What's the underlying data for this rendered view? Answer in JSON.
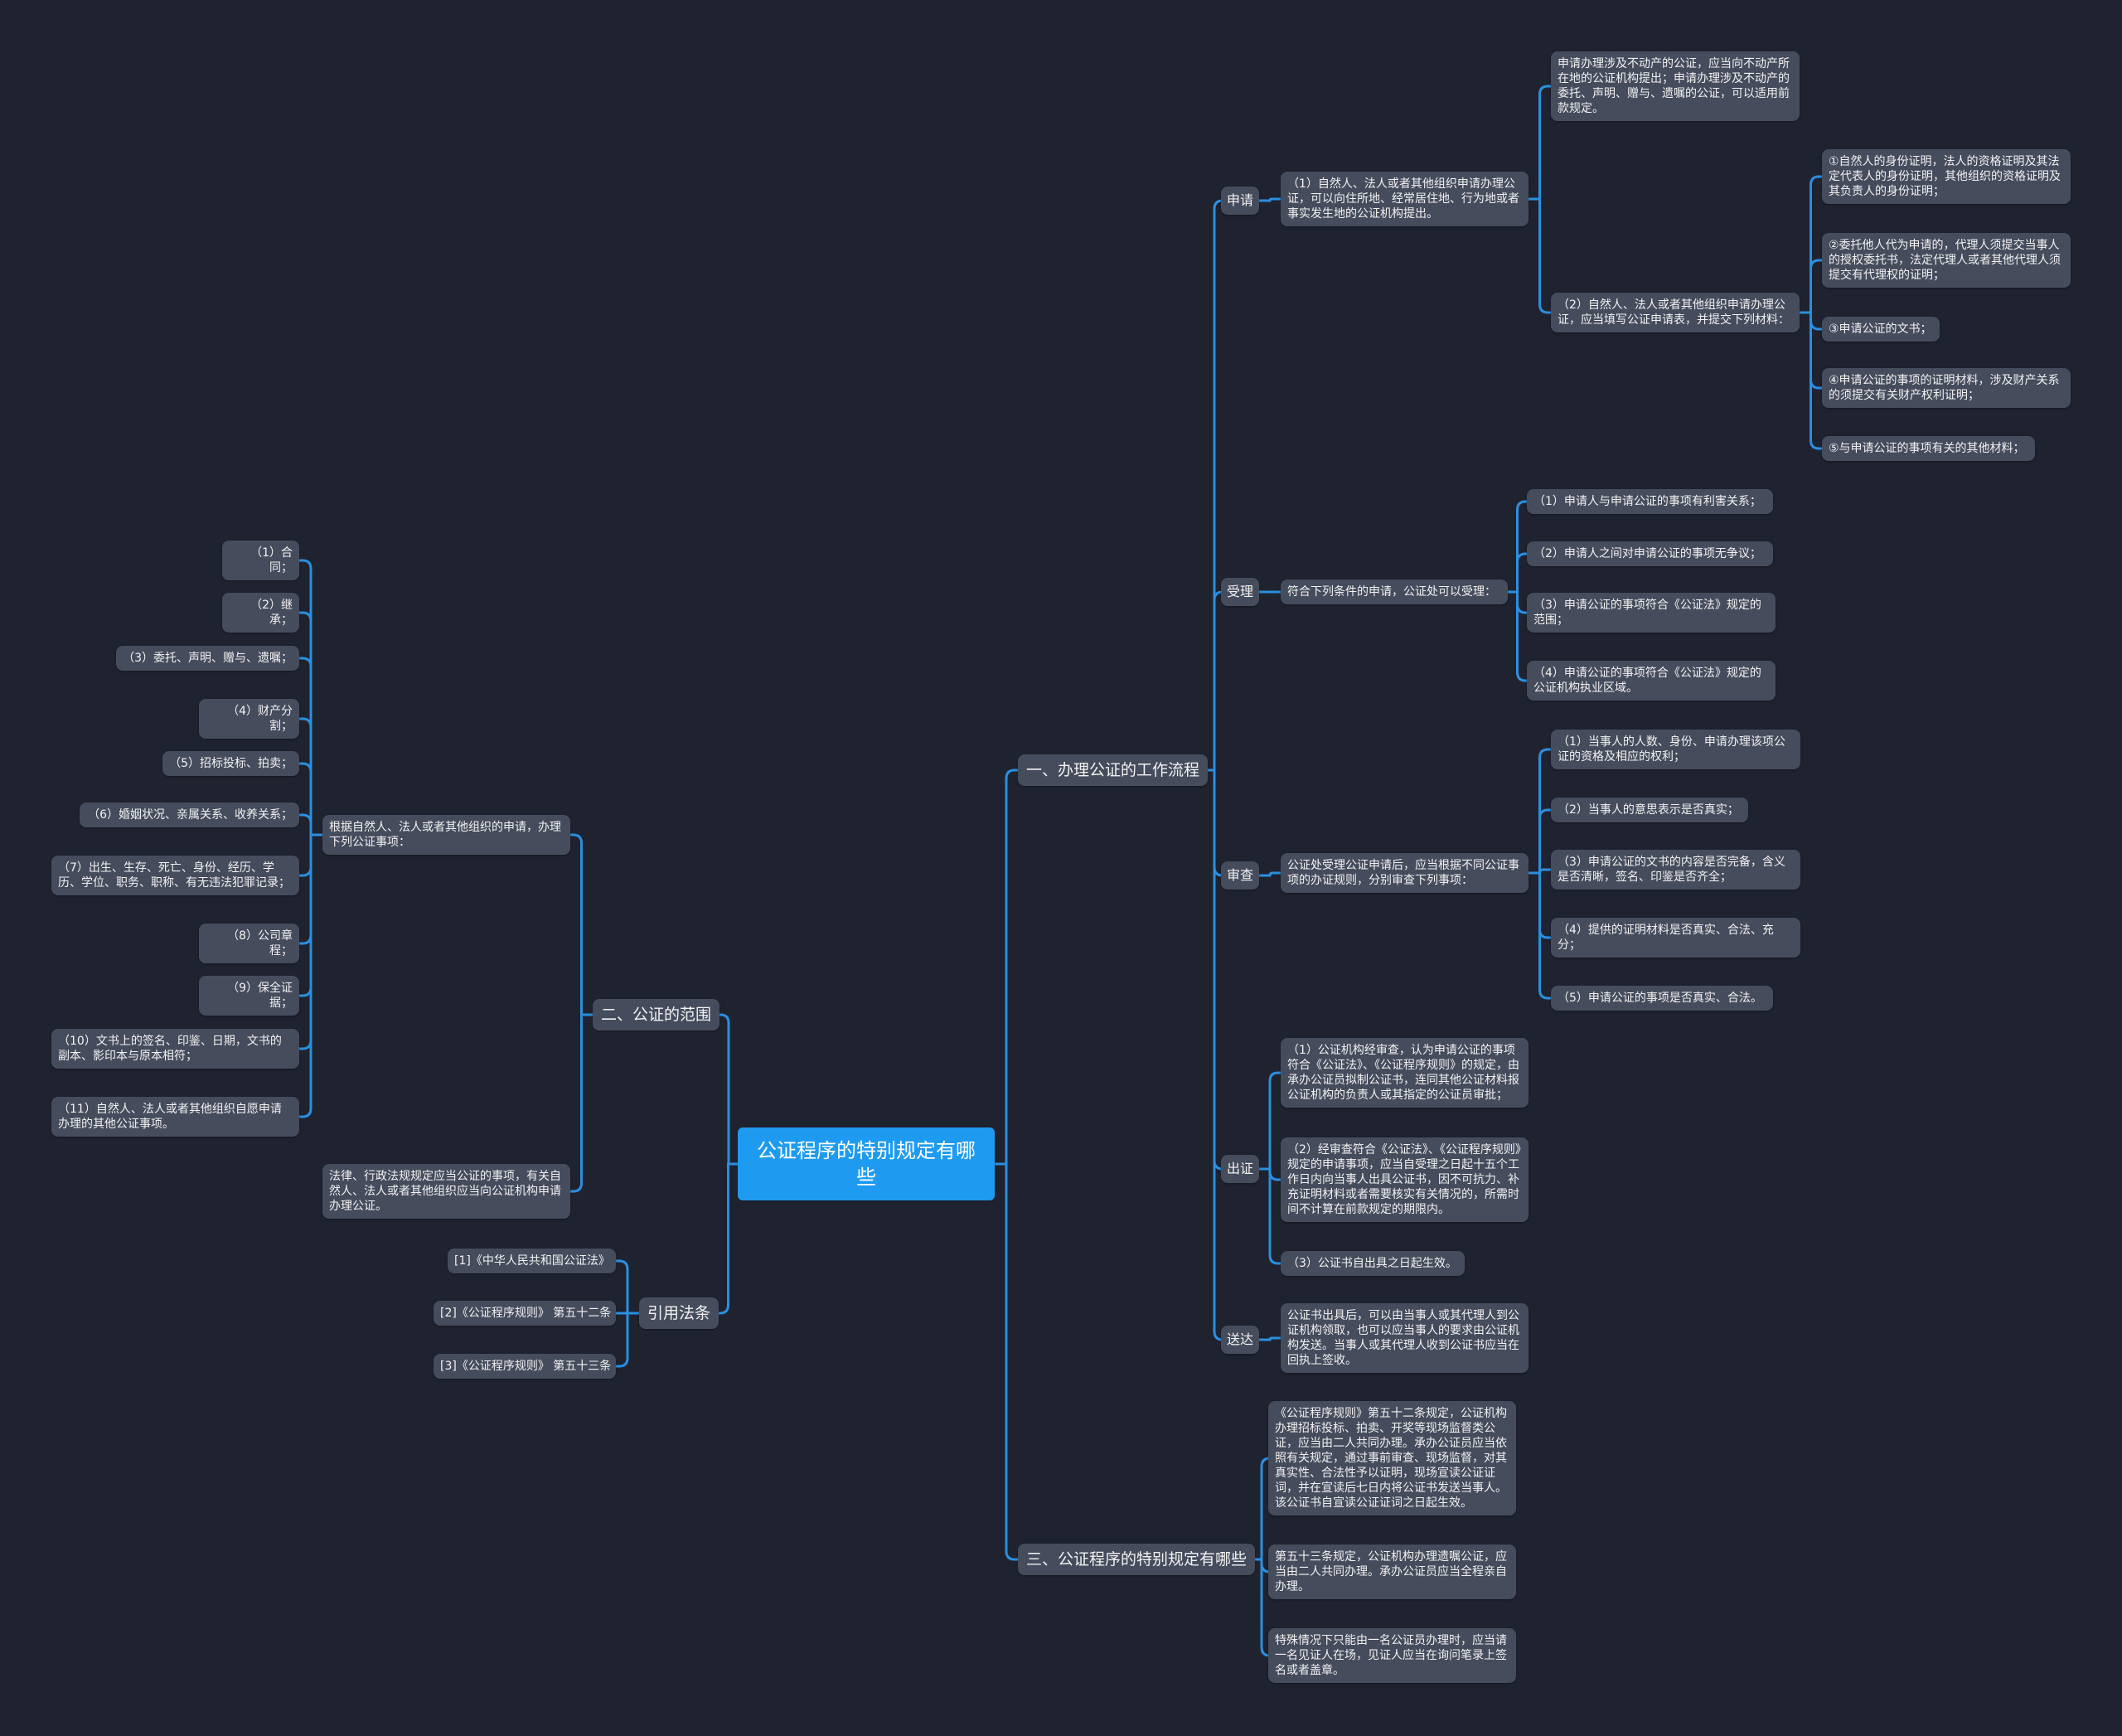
{
  "nodes": {
    "root": "公证程序的特别规定有哪些",
    "b1": "一、办理公证的工作流程",
    "b1_apply": "申请",
    "b1_apply_1": "（1）自然人、法人或者其他组织申请办理公证，可以向住所地、经常居住地、行为地或者事实发生地的公证机构提出。",
    "b1_apply_1a": "申请办理涉及不动产的公证，应当向不动产所在地的公证机构提出；申请办理涉及不动产的委托、声明、赠与、遗嘱的公证，可以适用前款规定。",
    "b1_apply_2": "（2）自然人、法人或者其他组织申请办理公证，应当填写公证申请表，并提交下列材料：",
    "b1_apply_2_1": "①自然人的身份证明，法人的资格证明及其法定代表人的身份证明，其他组织的资格证明及其负责人的身份证明；",
    "b1_apply_2_2": "②委托他人代为申请的，代理人须提交当事人的授权委托书，法定代理人或者其他代理人须提交有代理权的证明；",
    "b1_apply_2_3": "③申请公证的文书；",
    "b1_apply_2_4": "④申请公证的事项的证明材料，涉及财产关系的须提交有关财产权利证明；",
    "b1_apply_2_5": "⑤与申请公证的事项有关的其他材料；",
    "b1_accept": "受理",
    "b1_accept_1": "符合下列条件的申请，公证处可以受理：",
    "b1_accept_1_1": "（1）申请人与申请公证的事项有利害关系；",
    "b1_accept_1_2": "（2）申请人之间对申请公证的事项无争议；",
    "b1_accept_1_3": "（3）申请公证的事项符合《公证法》规定的范围；",
    "b1_accept_1_4": "（4）申请公证的事项符合《公证法》规定的公证机构执业区域。",
    "b1_review": "审查",
    "b1_review_1": "公证处受理公证申请后，应当根据不同公证事项的办证规则，分别审查下列事项：",
    "b1_review_1_1": "（1）当事人的人数、身份、申请办理该项公证的资格及相应的权利；",
    "b1_review_1_2": "（2）当事人的意思表示是否真实；",
    "b1_review_1_3": "（3）申请公证的文书的内容是否完备，含义是否清晰，签名、印鉴是否齐全；",
    "b1_review_1_4": "（4）提供的证明材料是否真实、合法、充分；",
    "b1_review_1_5": "（5）申请公证的事项是否真实、合法。",
    "b1_issue": "出证",
    "b1_issue_1": "（1）公证机构经审查，认为申请公证的事项符合《公证法》、《公证程序规则》的规定，由承办公证员拟制公证书，连同其他公证材料报公证机构的负责人或其指定的公证员审批；",
    "b1_issue_2": "（2）经审查符合《公证法》、《公证程序规则》规定的申请事项，应当自受理之日起十五个工作日内向当事人出具公证书，因不可抗力、补充证明材料或者需要核实有关情况的，所需时间不计算在前款规定的期限内。",
    "b1_issue_3": "（3）公证书自出具之日起生效。",
    "b1_deliver": "送达",
    "b1_deliver_1": "公证书出具后，可以由当事人或其代理人到公证机构领取，也可以应当事人的要求由公证机构发送。当事人或其代理人收到公证书应当在回执上签收。",
    "b3": "三、公证程序的特别规定有哪些",
    "b3_1": "《公证程序规则》第五十二条规定，公证机构办理招标投标、拍卖、开奖等现场监督类公证，应当由二人共同办理。承办公证员应当依照有关规定，通过事前审查、现场监督，对其真实性、合法性予以证明，现场宣读公证证词，并在宣读后七日内将公证书发送当事人。该公证书自宣读公证证词之日起生效。",
    "b3_2": "第五十三条规定，公证机构办理遗嘱公证，应当由二人共同办理。承办公证员应当全程亲自办理。",
    "b3_3": "特殊情况下只能由一名公证员办理时，应当请一名见证人在场，见证人应当在询问笔录上签名或者盖章。",
    "b2": "二、公证的范围",
    "b2_1": "根据自然人、法人或者其他组织的申请，办理下列公证事项：",
    "b2_1_1": "（1）合同；",
    "b2_1_2": "（2）继承；",
    "b2_1_3": "（3）委托、声明、赠与、遗嘱；",
    "b2_1_4": "（4）财产分割；",
    "b2_1_5": "（5）招标投标、拍卖；",
    "b2_1_6": "（6）婚姻状况、亲属关系、收养关系；",
    "b2_1_7": "（7）出生、生存、死亡、身份、经历、学历、学位、职务、职称、有无违法犯罪记录；",
    "b2_1_8": "（8）公司章程；",
    "b2_1_9": "（9）保全证据；",
    "b2_1_10": "（10）文书上的签名、印鉴、日期，文书的副本、影印本与原本相符；",
    "b2_1_11": "（11）自然人、法人或者其他组织自愿申请办理的其他公证事项。",
    "b2_2": "法律、行政法规规定应当公证的事项，有关自然人、法人或者其他组织应当向公证机构申请办理公证。",
    "b4": "引用法条",
    "b4_1": "[1]《中华人民共和国公证法》",
    "b4_2": "[2]《公证程序规则》 第五十二条",
    "b4_3": "[3]《公证程序规则》 第五十三条"
  },
  "colors": {
    "background": "#1f2330",
    "node": "#454c5c",
    "root": "#1e9bf0",
    "link": "#2a8fe0"
  }
}
